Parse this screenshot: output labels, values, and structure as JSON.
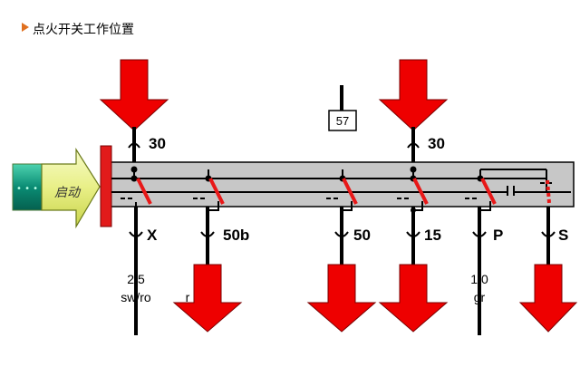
{
  "title": "点火开关工作位置",
  "colors": {
    "arrow_red": "#ee0000",
    "arrow_outline": "#7a0000",
    "bus_fill": "#c7c7c7",
    "switch_red": "#e81818",
    "start_arrow_fill": "#eef3a0",
    "start_arrow_tail": "#0a8c74",
    "bullet": "#e07020"
  },
  "terminal_57": "57",
  "input_terminals": [
    {
      "label": "30"
    },
    {
      "label": "30"
    }
  ],
  "start_label": "启动",
  "start_tail_text": "• • •",
  "outputs": [
    {
      "terminal": "X",
      "wire_size": "2,5",
      "wire_color": "sw/ro",
      "has_load_arrow": false
    },
    {
      "terminal": "50b",
      "wire_size": "",
      "wire_color": "r",
      "has_load_arrow": true
    },
    {
      "terminal": "50",
      "wire_size": "",
      "wire_color": "",
      "has_load_arrow": true
    },
    {
      "terminal": "15",
      "wire_size": "",
      "wire_color": "",
      "has_load_arrow": true
    },
    {
      "terminal": "P",
      "wire_size": "1,0",
      "wire_color": "gr",
      "has_load_arrow": false
    },
    {
      "terminal": "S",
      "wire_size": "",
      "wire_color": "",
      "has_load_arrow": true
    }
  ]
}
